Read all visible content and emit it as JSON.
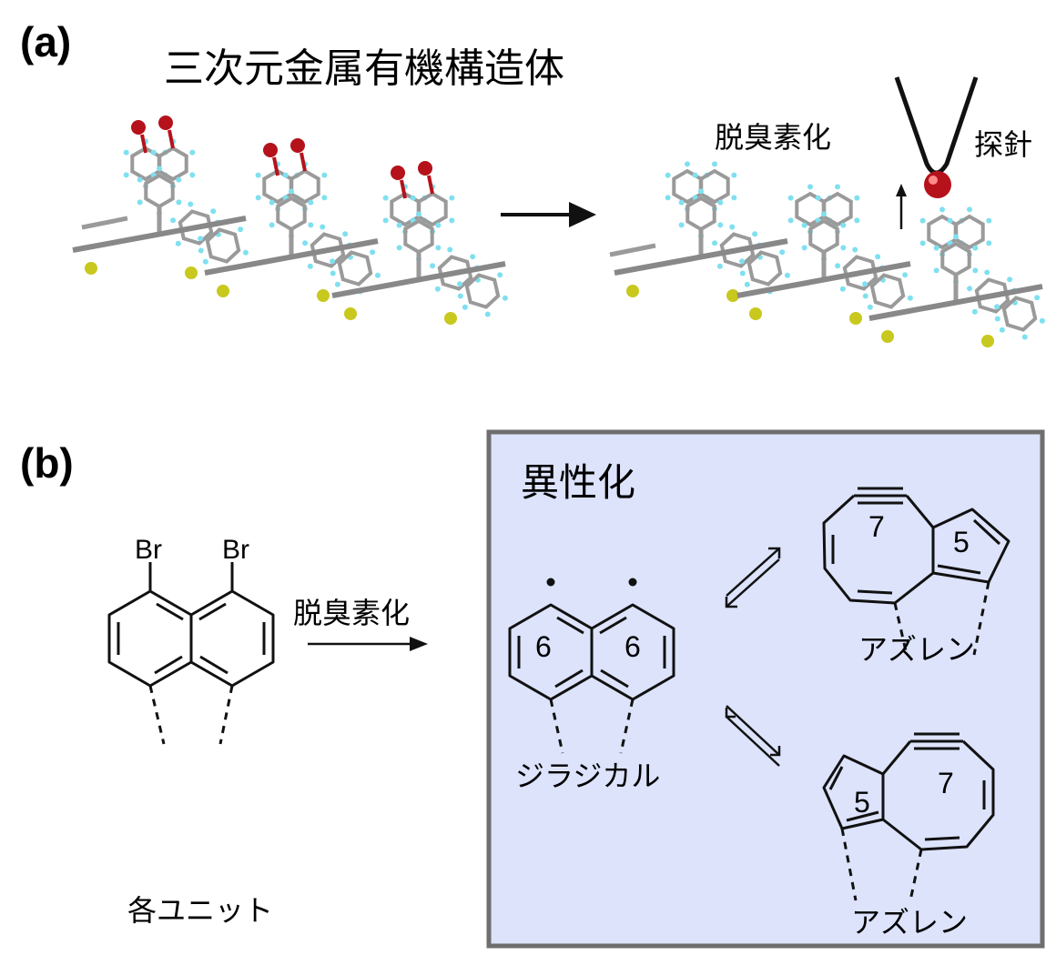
{
  "panel_a": {
    "label": "(a)",
    "title": "三次元金属有機構造体",
    "reaction_label": "脱臭素化",
    "probe_label": "探針"
  },
  "panel_b": {
    "label": "(b)",
    "reaction_label": "脱臭素化",
    "bromine_left": "Br",
    "bromine_right": "Br",
    "unit_caption": "各ユニット",
    "isomerization_title": "異性化",
    "ring_left": "6",
    "ring_right": "6",
    "diradical_caption": "ジラジカル",
    "azulene_top_ring7": "7",
    "azulene_top_ring5": "5",
    "azulene_top_caption": "アズレン",
    "azulene_bottom_ring7": "7",
    "azulene_bottom_ring5": "5",
    "azulene_bottom_caption": "アズレン"
  },
  "colors": {
    "box_fill": "#dce3fb",
    "box_border": "#6e6e6e",
    "oxygen_red": "#b5121b",
    "sulfur_yellow": "#c8c81e",
    "hydrogen_cyan": "#7fe0f0",
    "carbon_gray": "#9a9a9a"
  }
}
